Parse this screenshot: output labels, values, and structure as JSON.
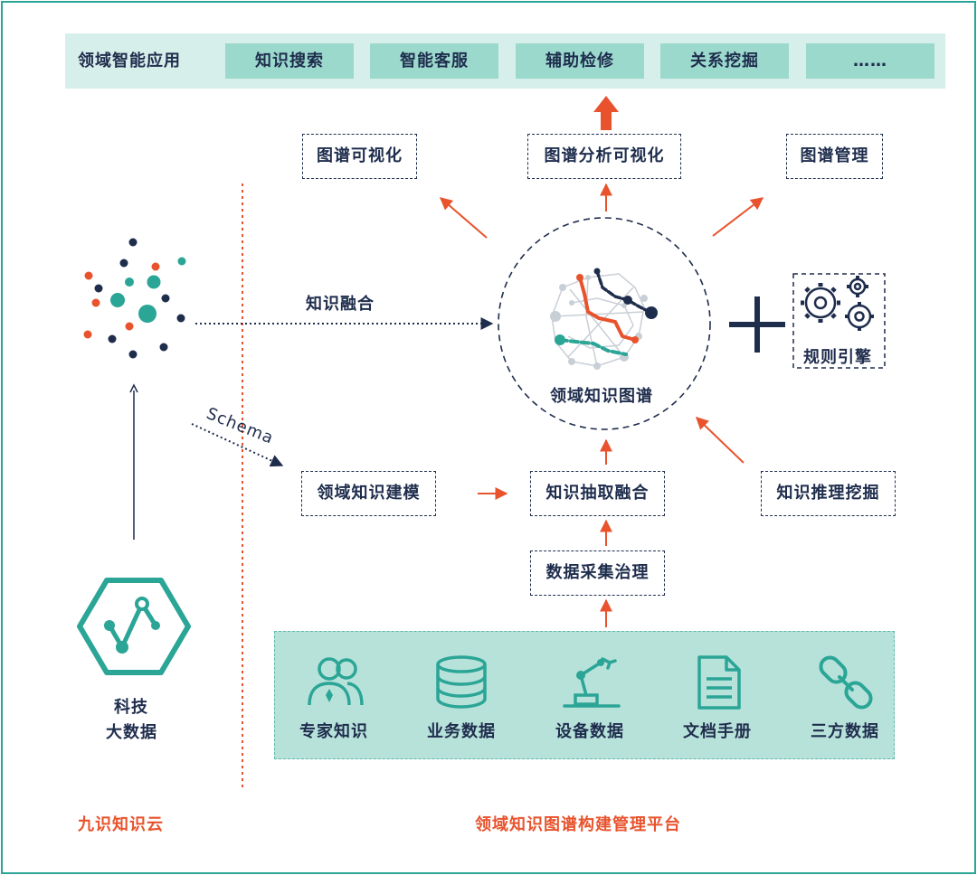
{
  "top_bar": {
    "title": "领域智能应用",
    "items": [
      "知识搜索",
      "智能客服",
      "辅助检修",
      "关系挖掘",
      "……"
    ]
  },
  "boxes": {
    "graph_visualization": "图谱可视化",
    "graph_analysis_visualization": "图谱分析可视化",
    "graph_management": "图谱管理",
    "domain_modeling": "领域知识建模",
    "extraction_fusion": "知识抽取融合",
    "reasoning_mining": "知识推理挖掘",
    "data_governance": "数据采集治理"
  },
  "center": {
    "label": "领域知识图谱"
  },
  "rule_engine": {
    "label": "规则引擎"
  },
  "edges": {
    "knowledge_fusion": "知识融合",
    "schema": "Schema"
  },
  "left": {
    "big_data_line1": "科技",
    "big_data_line2": "大数据",
    "zone_label": "九识知识云"
  },
  "sources": [
    "专家知识",
    "业务数据",
    "设备数据",
    "文档手册",
    "三方数据"
  ],
  "platform_label": "领域知识图谱构建管理平台",
  "colors": {
    "teal": "#2aa596",
    "orange": "#e8532d",
    "navy": "#1f2d4d",
    "light_teal": "#d7efea"
  },
  "icons": {
    "cluster": "scatter-cluster-icon",
    "hexagon": "hexagon-chart-icon",
    "gears": "gears-icon",
    "graph": "knowledge-graph-icon",
    "users": "users-icon",
    "database": "database-icon",
    "robot_arm": "robot-arm-icon",
    "document": "document-icon",
    "link": "link-icon"
  }
}
